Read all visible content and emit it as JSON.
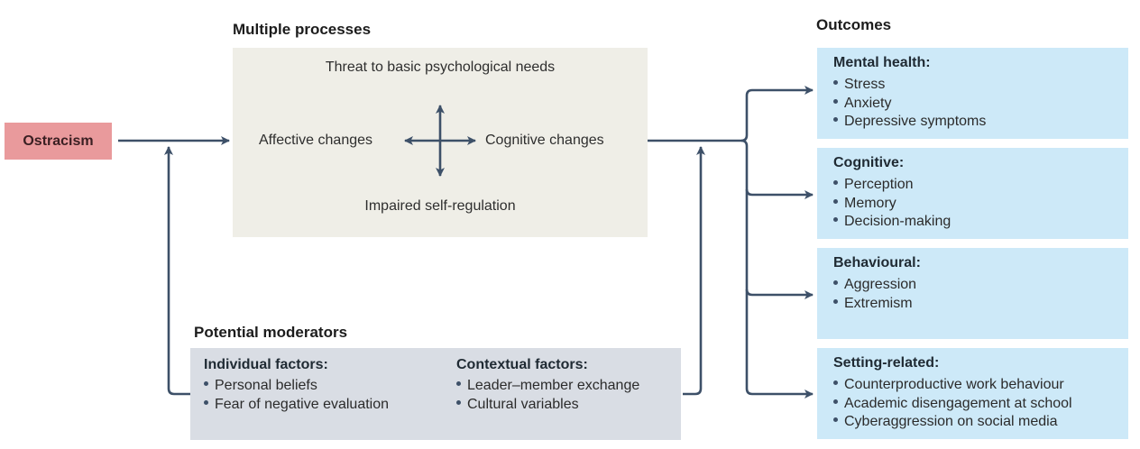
{
  "source": {
    "label": "Ostracism",
    "color": "#e99a9c"
  },
  "processes": {
    "title": "Multiple processes",
    "top": "Threat to basic psychological needs",
    "left": "Affective changes",
    "right": "Cognitive changes",
    "bottom": "Impaired self-regulation",
    "color": "#efeee7"
  },
  "moderators": {
    "title": "Potential moderators",
    "color": "#d9dde4",
    "groups": [
      {
        "heading": "Individual factors:",
        "items": [
          "Personal beliefs",
          "Fear of negative evaluation"
        ]
      },
      {
        "heading": "Contextual factors:",
        "items": [
          "Leader–member exchange",
          "Cultural variables"
        ]
      }
    ]
  },
  "outcomes": {
    "title": "Outcomes",
    "color": "#cde9f8",
    "groups": [
      {
        "heading": "Mental health:",
        "items": [
          "Stress",
          "Anxiety",
          "Depressive symptoms"
        ]
      },
      {
        "heading": "Cognitive:",
        "items": [
          "Perception",
          "Memory",
          "Decision-making"
        ]
      },
      {
        "heading": "Behavioural:",
        "items": [
          "Aggression",
          "Extremism"
        ]
      },
      {
        "heading": "Setting-related:",
        "items": [
          "Counterproductive work behaviour",
          "Academic disengagement at school",
          "Cyberaggression on social media"
        ]
      }
    ]
  },
  "arrow_color": "#3d5068"
}
